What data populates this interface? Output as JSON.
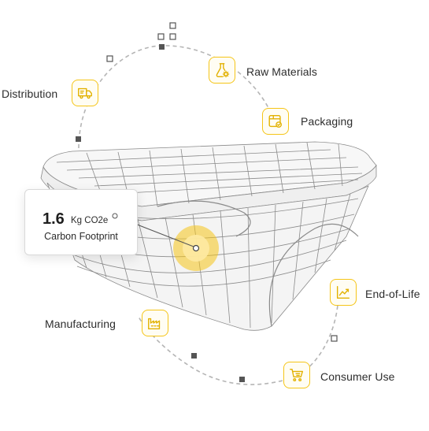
{
  "stages": [
    {
      "id": "raw-materials",
      "label": "Raw Materials",
      "icon": "flask-gear-icon"
    },
    {
      "id": "packaging",
      "label": "Packaging",
      "icon": "package-check-icon"
    },
    {
      "id": "end-of-life",
      "label": "End-of-Life",
      "icon": "trend-chart-icon"
    },
    {
      "id": "consumer-use",
      "label": "Consumer Use",
      "icon": "shopping-cart-icon"
    },
    {
      "id": "manufacturing",
      "label": "Manufacturing",
      "icon": "factory-icon"
    },
    {
      "id": "distribution",
      "label": "Distribution",
      "icon": "delivery-truck-icon"
    }
  ],
  "footprint": {
    "value": "1.6",
    "unit": "Kg CO2e",
    "caption": "Carbon Footprint"
  },
  "colors": {
    "accent": "#f5c518",
    "accent_soft": "#fde9a0",
    "path": "#b5b5b5",
    "marker": "#555555",
    "mesh": "#8a8a8a"
  }
}
